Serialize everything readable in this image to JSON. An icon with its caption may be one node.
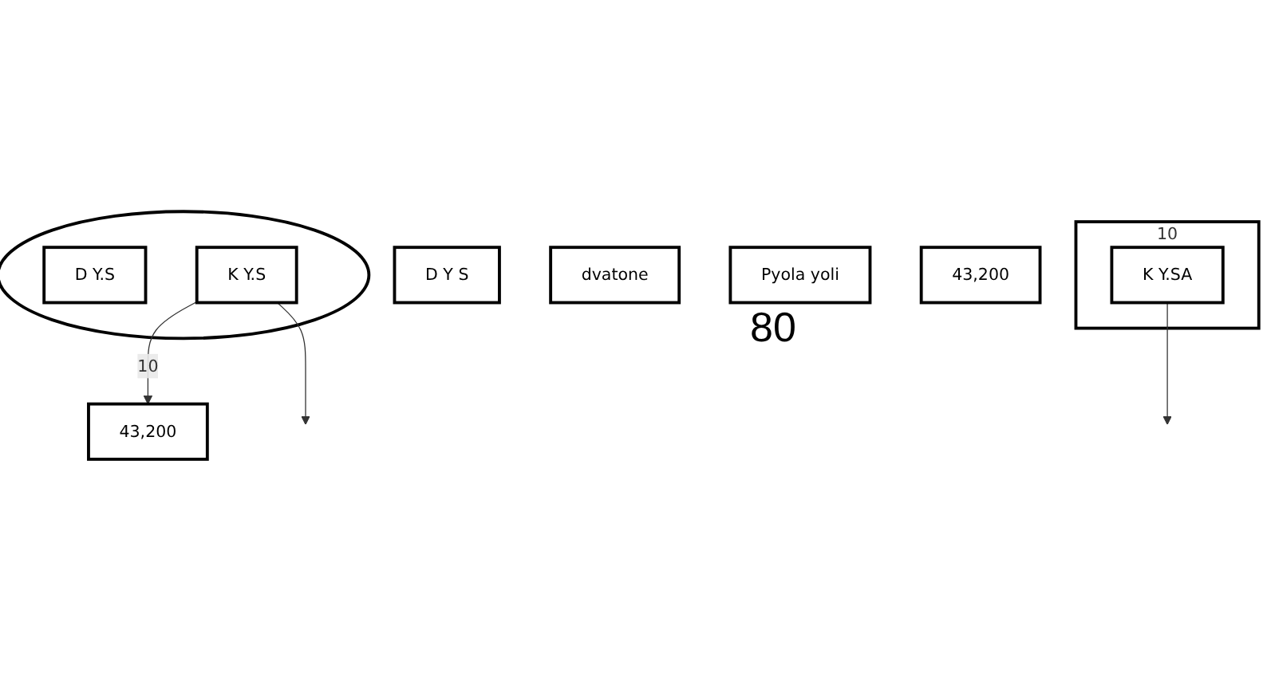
{
  "diagram": {
    "nodes": [
      {
        "text": [
          "43,200"
        ]
      },
      {
        "text": [
          "D Y S"
        ]
      },
      {
        "text": [
          "dvatone"
        ]
      },
      {
        "text": [],
        "shape": "circle"
      },
      {
        "text": [
          "D Y.S"
        ],
        "in": 3
      },
      {
        "text": [
          "K Y.S"
        ],
        "in": 3
      },
      {
        "text": [
          "Pyola yoli"
        ]
      },
      {
        "text": [
          "10"
        ]
      },
      {
        "text": [
          "K Y.SA"
        ],
        "in": 7
      },
      {
        "text": [
          "43,200"
        ]
      }
    ],
    "edges": [
      {
        "from": 5,
        "to": 0,
        "label": "10",
        "arrow": "to"
      },
      {
        "from": 5,
        "to": null,
        "arrow": "to"
      },
      {
        "from": 8,
        "to": null,
        "arrow": "to"
      }
    ],
    "labels": [
      "80"
    ]
  }
}
